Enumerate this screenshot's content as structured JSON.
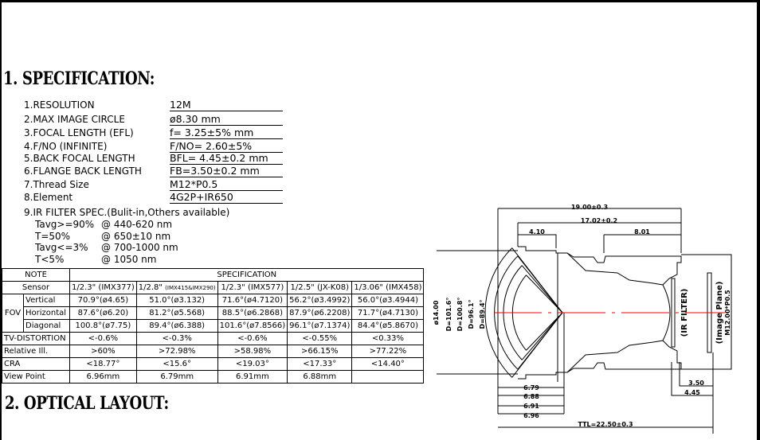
{
  "section1_title": "1. SPECIFICATION:",
  "section2_title": "2. OPTICAL LAYOUT:",
  "specs": [
    {
      "label": "1.RESOLUTION",
      "value": "12M"
    },
    {
      "label": "2.MAX IMAGE CIRCLE",
      "value": "ø8.30 mm"
    },
    {
      "label": "3.FOCAL LENGTH (EFL)",
      "value": "f= 3.25±5%  mm"
    },
    {
      "label": "4.F/NO (INFINITE)",
      "value": "F/NO= 2.60±5%"
    },
    {
      "label": "5.BACK FOCAL LENGTH",
      "value": "BFL= 4.45±0.2 mm"
    },
    {
      "label": "6.FLANGE BACK LENGTH",
      "value": "FB=3.50±0.2 mm"
    },
    {
      "label": "7.Thread Size",
      "value": "M12*P0.5"
    },
    {
      "label": "8.Element",
      "value": "4G2P+IR650"
    }
  ],
  "ir_filter": {
    "title": "9.IR FILTER SPEC.(Bulit-in,Others available)",
    "lines": [
      {
        "cond": "Tavg>=90%",
        "range": "@ 440-620 nm"
      },
      {
        "cond": "T=50%",
        "range": "@ 650±10 nm"
      },
      {
        "cond": "Tavg<=3%",
        "range": "@ 700-1000 nm"
      },
      {
        "cond": "T<5%",
        "range": "@ 1050 nm"
      }
    ]
  },
  "table": {
    "note": "NOTE",
    "specification": "SPECIFICATION",
    "sensor_label": "Sensor",
    "sensors": [
      {
        "size": "1/2.3\"",
        "model": "(IMX377)"
      },
      {
        "size": "1/2.8\"",
        "model": "(IMX415&IMX290)"
      },
      {
        "size": "1/2.3\"",
        "model": "(IMX577)"
      },
      {
        "size": "1/2.5\"",
        "model": "(JX-K08)"
      },
      {
        "size": "1/3.06\"",
        "model": "(IMX458)"
      }
    ],
    "fov_label": "FOV",
    "rows": [
      {
        "label": "Vertical",
        "values": [
          "70.9°(ø4.65)",
          "51.0°(ø3.132)",
          "71.6°(ø4.7120)",
          "56.2°(ø3.4992)",
          "56.0°(ø3.4944)"
        ]
      },
      {
        "label": "Horizontal",
        "values": [
          "87.6°(ø6.20)",
          "81.2°(ø5.568)",
          "88.5°(ø6.2868)",
          "87.9°(ø6.2208)",
          "71.7°(ø4.7130)"
        ]
      },
      {
        "label": "Diagonal",
        "values": [
          "100.8°(ø7.75)",
          "89.4°(ø6.388)",
          "101.6°(ø7.8566)",
          "96.1°(ø7.1374)",
          "84.4°(ø5.8670)"
        ]
      },
      {
        "label": "TV-DISTORTION",
        "values": [
          "<-0.6%",
          "<-0.3%",
          "<-0.6%",
          "<-0.55%",
          "<0.33%"
        ]
      },
      {
        "label": "Relative Ill.",
        "values": [
          ">60%",
          ">72.98%",
          ">58.98%",
          ">66.15%",
          ">77.22%"
        ]
      },
      {
        "label": "CRA",
        "values": [
          "<18.77°",
          "<15.6°",
          "<19.03°",
          "<17.33°",
          "<14.40°"
        ]
      },
      {
        "label": "View Point",
        "values": [
          "6.96mm",
          "6.79mm",
          "6.91mm",
          "6.88mm",
          ""
        ]
      }
    ]
  },
  "drawing": {
    "dims": {
      "total_len": "19.00±0.3",
      "barrel": "17.02±0.2",
      "front": "4.10",
      "thread": "8.01",
      "fb": "3.50",
      "bfl": "4.45",
      "ttl": "TTL=22.50±0.3",
      "dia": "ø14.00"
    },
    "view_points": [
      "6.79",
      "6.88",
      "6.91",
      "6.96"
    ],
    "angles": [
      "D=101.6°",
      "D=100.8°",
      "D=96.1°",
      "D=89.4°"
    ],
    "ir_filter": "(IR FILTER)",
    "image_plane": "(Image Plane)",
    "thread": "M12.00*P0.5",
    "centerline_color": "#ff0000"
  }
}
